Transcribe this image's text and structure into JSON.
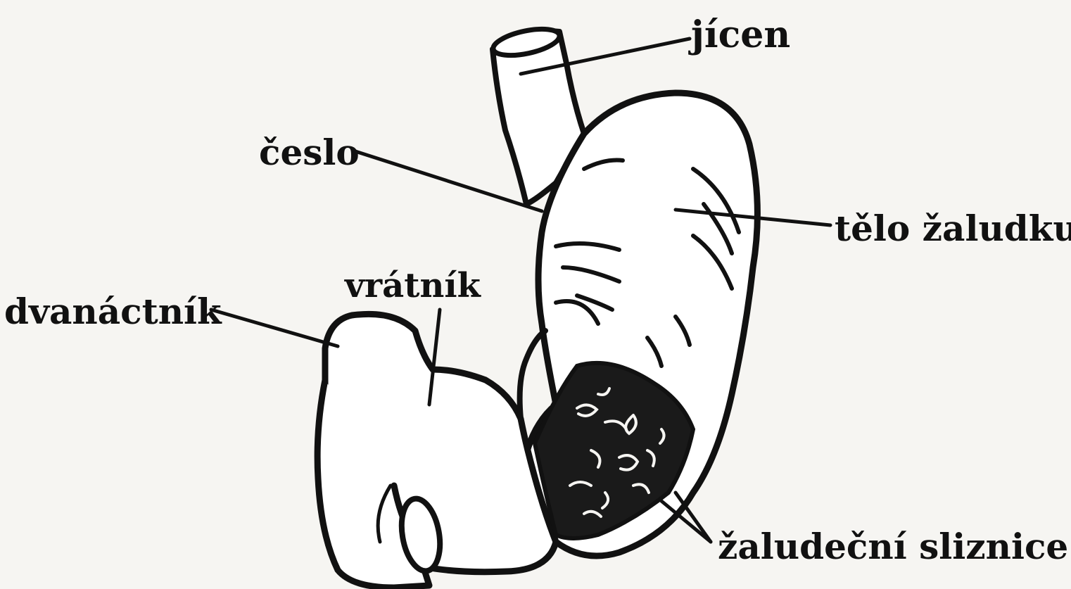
{
  "labels": {
    "jicen": "jícen",
    "ceslo": "česlo",
    "telo": "tělo žaludku",
    "vratnik": "vrátník",
    "dvanactnik": "dvanáctník",
    "sliznice": "žaludeční sliznice"
  },
  "colors": {
    "background": "#f6f5f2",
    "ink": "#111111",
    "fill": "#ffffff"
  }
}
